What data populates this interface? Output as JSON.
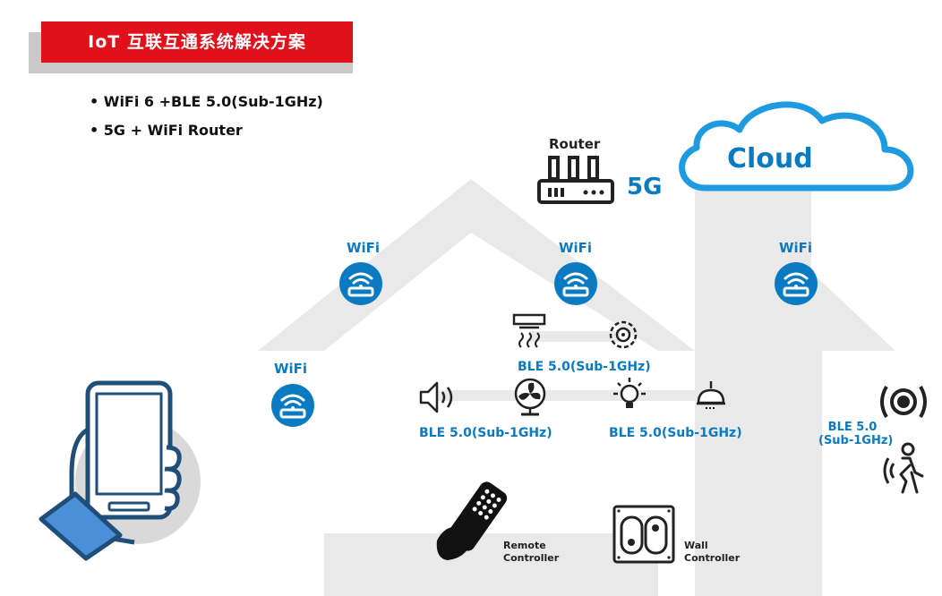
{
  "title": "IoT 互联互通系统解决方案",
  "bullets": [
    "WiFi 6 +BLE 5.0(Sub-1GHz)",
    "5G + WiFi Router"
  ],
  "router_label": "Router",
  "network_label": "5G",
  "cloud_label": "Cloud",
  "wifi_labels": [
    "WiFi",
    "WiFi",
    "WiFi",
    "WiFi"
  ],
  "ble_labels": {
    "top": "BLE 5.0(Sub-1GHz)",
    "left": "BLE 5.0(Sub-1GHz)",
    "right": "BLE 5.0(Sub-1GHz)",
    "outside_line1": "BLE 5.0",
    "outside_line2": "(Sub-1GHz)"
  },
  "controllers": {
    "remote_line1": "Remote",
    "remote_line2": "Controller",
    "wall_line1": "Wall",
    "wall_line2": "Controller"
  },
  "colors": {
    "accent": "#0a7bc2",
    "title_bg": "#e0111b",
    "house": "#e9e9e9"
  }
}
